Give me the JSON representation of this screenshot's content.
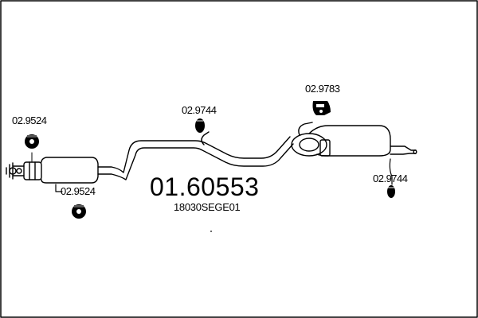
{
  "diagram": {
    "main_part_number": "01.60553",
    "oem_reference": "18030SEGE01",
    "part_labels": [
      "02.9524",
      "02.9524",
      "02.9744",
      "02.9783",
      "02.9744"
    ]
  },
  "colors": {
    "line": "#000000",
    "background": "#ffffff"
  }
}
